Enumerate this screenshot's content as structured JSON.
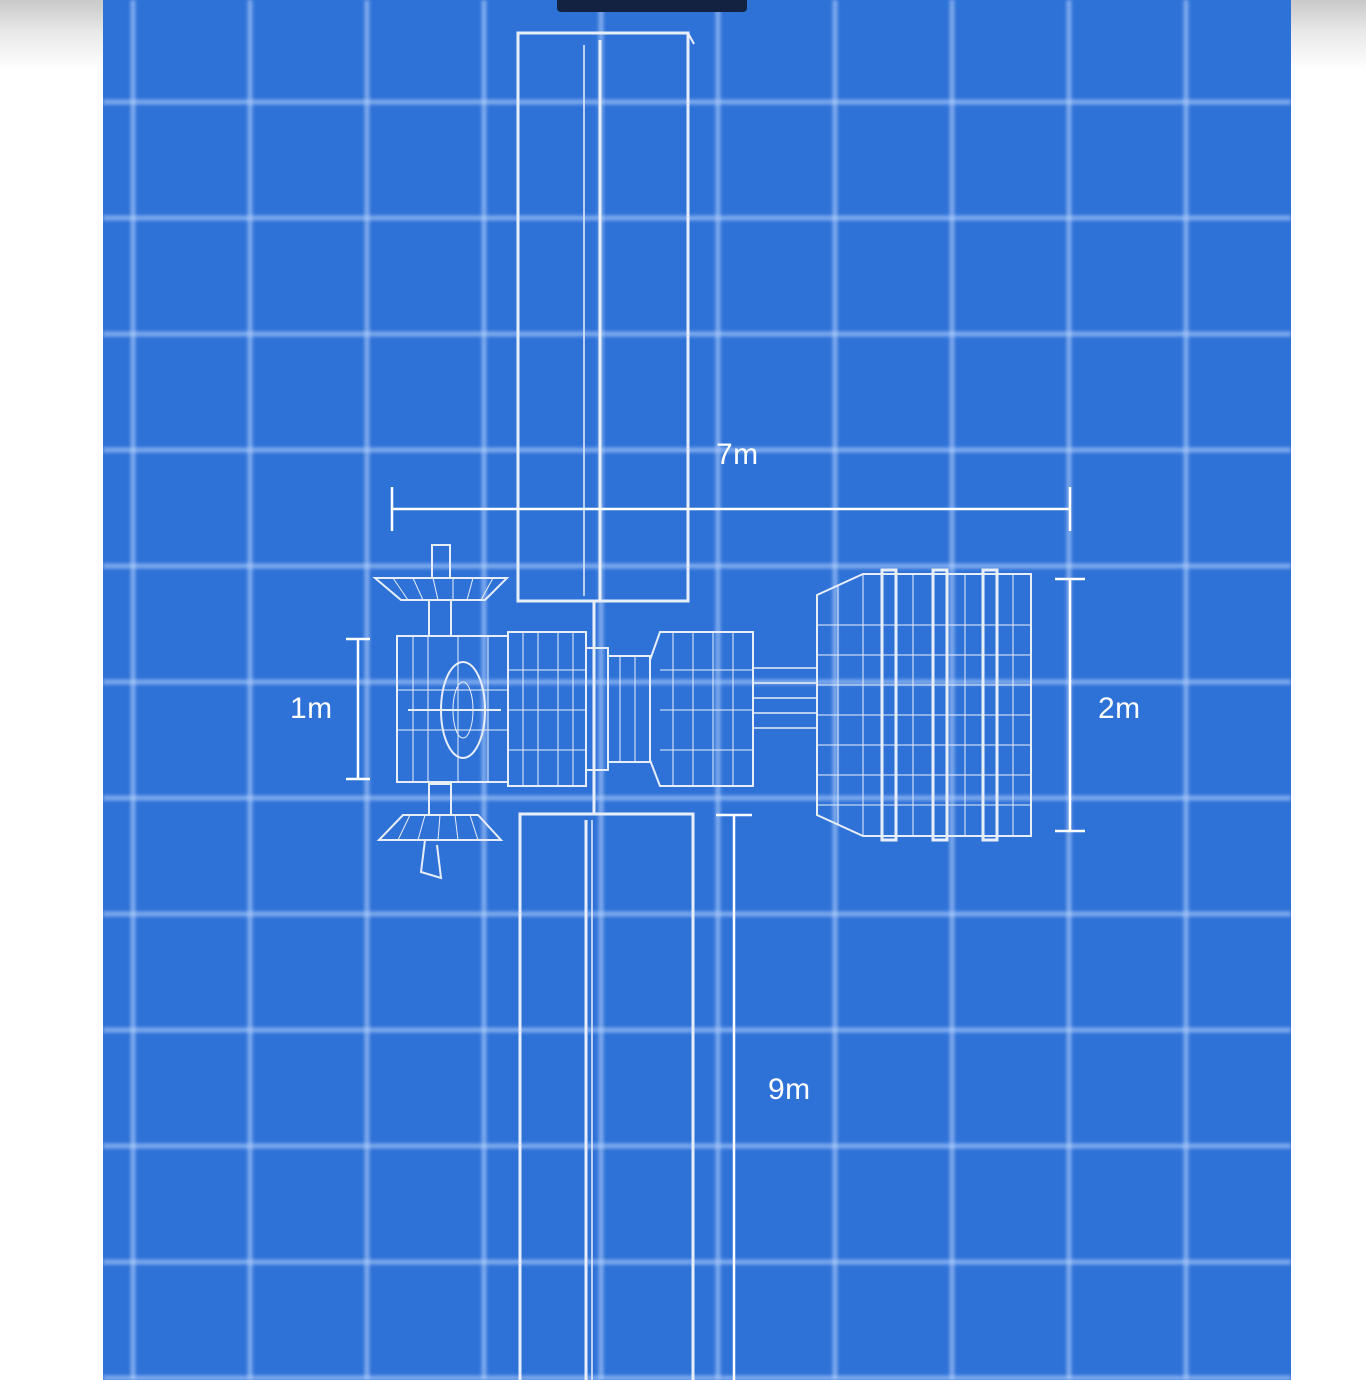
{
  "scene": {
    "title": "",
    "accent_background": "#2f72d7",
    "grid_color": "#bcd6ff",
    "wire_color": "#e8eef8",
    "object_icon": "satellite-wireframe",
    "dimensions": {
      "width": "7m",
      "core_height": "1m",
      "tank_height": "2m",
      "panel_length": "9m"
    }
  }
}
